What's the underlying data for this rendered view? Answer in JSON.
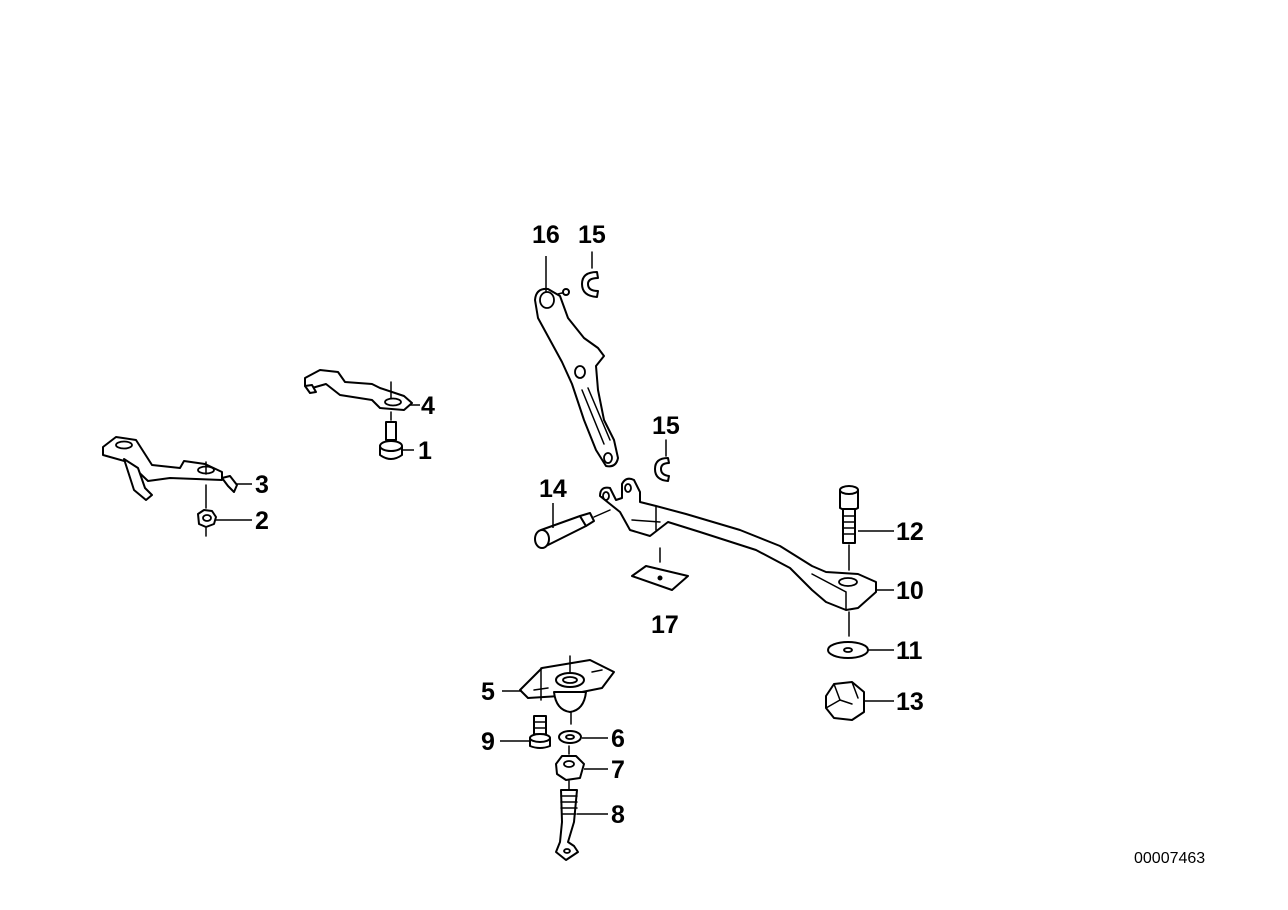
{
  "diagram": {
    "reference_number": "00007463",
    "callouts": [
      {
        "id": "c1",
        "label": "1"
      },
      {
        "id": "c2",
        "label": "2"
      },
      {
        "id": "c3",
        "label": "3"
      },
      {
        "id": "c4",
        "label": "4"
      },
      {
        "id": "c5",
        "label": "5"
      },
      {
        "id": "c6",
        "label": "6"
      },
      {
        "id": "c7",
        "label": "7"
      },
      {
        "id": "c8",
        "label": "8"
      },
      {
        "id": "c9",
        "label": "9"
      },
      {
        "id": "c10",
        "label": "10"
      },
      {
        "id": "c11",
        "label": "11"
      },
      {
        "id": "c12",
        "label": "12"
      },
      {
        "id": "c13",
        "label": "13"
      },
      {
        "id": "c14",
        "label": "14"
      },
      {
        "id": "c15a",
        "label": "15"
      },
      {
        "id": "c15b",
        "label": "15"
      },
      {
        "id": "c16",
        "label": "16"
      },
      {
        "id": "c17",
        "label": "17"
      }
    ]
  }
}
